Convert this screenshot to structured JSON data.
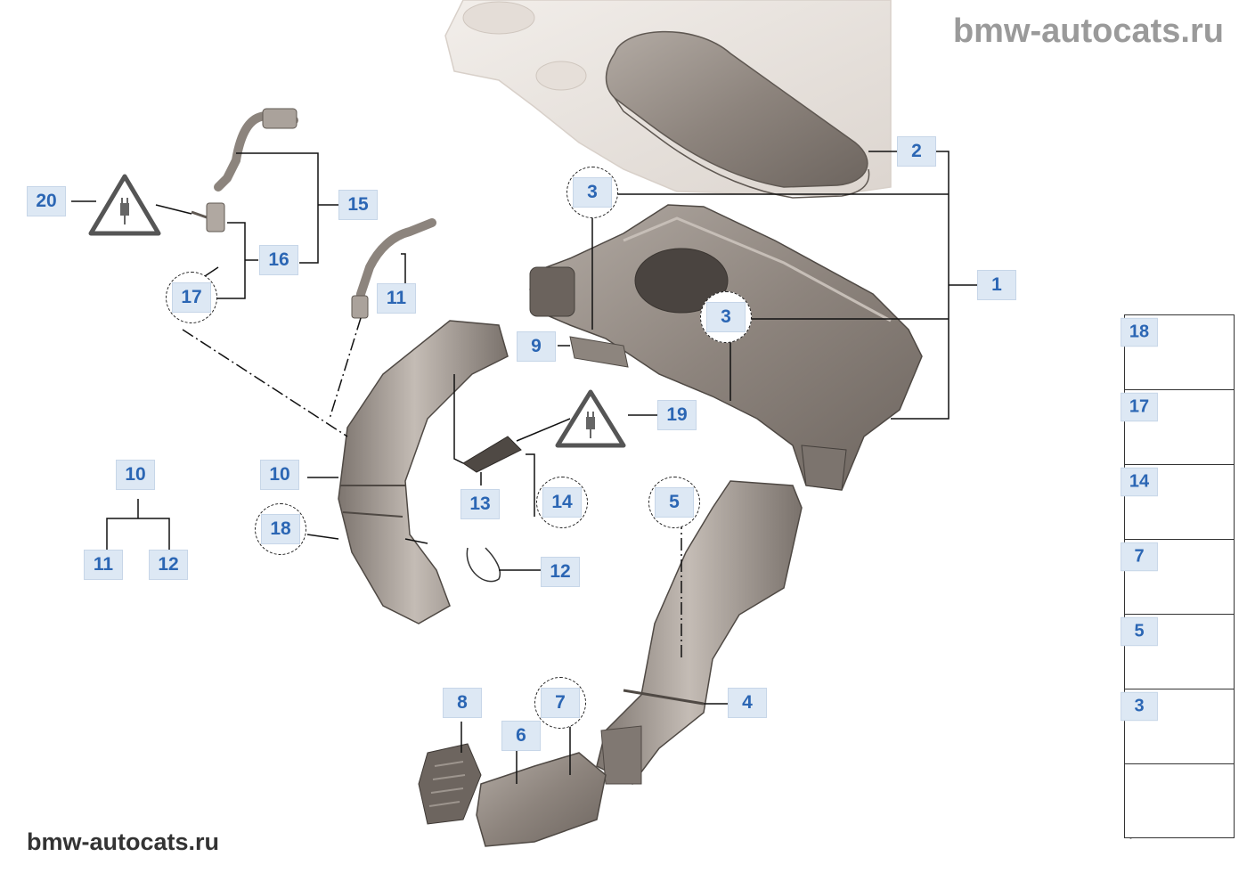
{
  "watermarks": {
    "top": "bmw-autocats.ru",
    "bottom": "bmw-autocats.ru"
  },
  "callouts": {
    "c1": "1",
    "c2": "2",
    "c3a": "3",
    "c3b": "3",
    "c4": "4",
    "c5": "5",
    "c6": "6",
    "c7": "7",
    "c8": "8",
    "c9": "9",
    "c10a": "10",
    "c10b": "10",
    "c11a": "11",
    "c11b": "11",
    "c12a": "12",
    "c12b": "12",
    "c13": "13",
    "c14": "14",
    "c15": "15",
    "c16": "16",
    "c17": "17",
    "c18": "18",
    "c19": "19",
    "c20": "20"
  },
  "legend": {
    "items": [
      "18",
      "17",
      "14",
      "7",
      "5",
      "3"
    ]
  },
  "colors": {
    "callout_bg": "#dde8f4",
    "callout_text": "#2b66b4",
    "part_dark": "#8a807a",
    "part_light": "#c9c2bb"
  },
  "icons": [
    "warning-plug-icon",
    "arrow-icon"
  ]
}
